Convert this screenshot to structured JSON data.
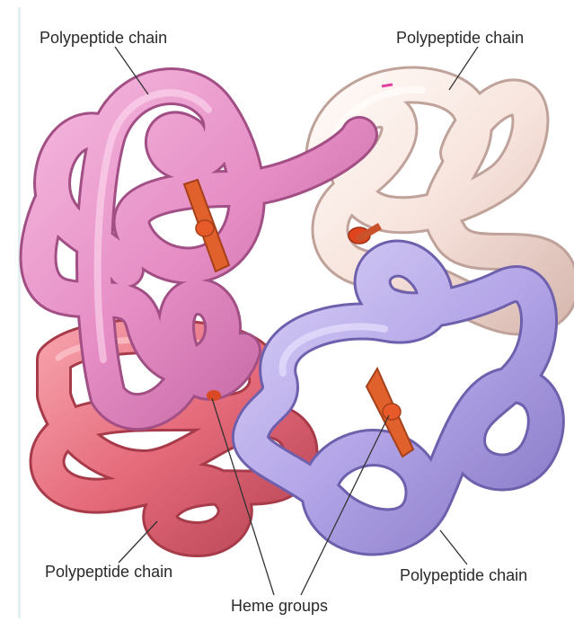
{
  "labels": {
    "top_left": "Polypeptide chain",
    "top_right": "Polypeptide chain",
    "bottom_left": "Polypeptide chain",
    "bottom_right": "Polypeptide chain",
    "heme": "Heme groups"
  },
  "colors": {
    "pink_chain": "#e58cc4",
    "cream_chain": "#f7e3dc",
    "red_chain": "#e56a7a",
    "lavender_chain": "#b4a6e8",
    "heme": "#e0612c"
  }
}
